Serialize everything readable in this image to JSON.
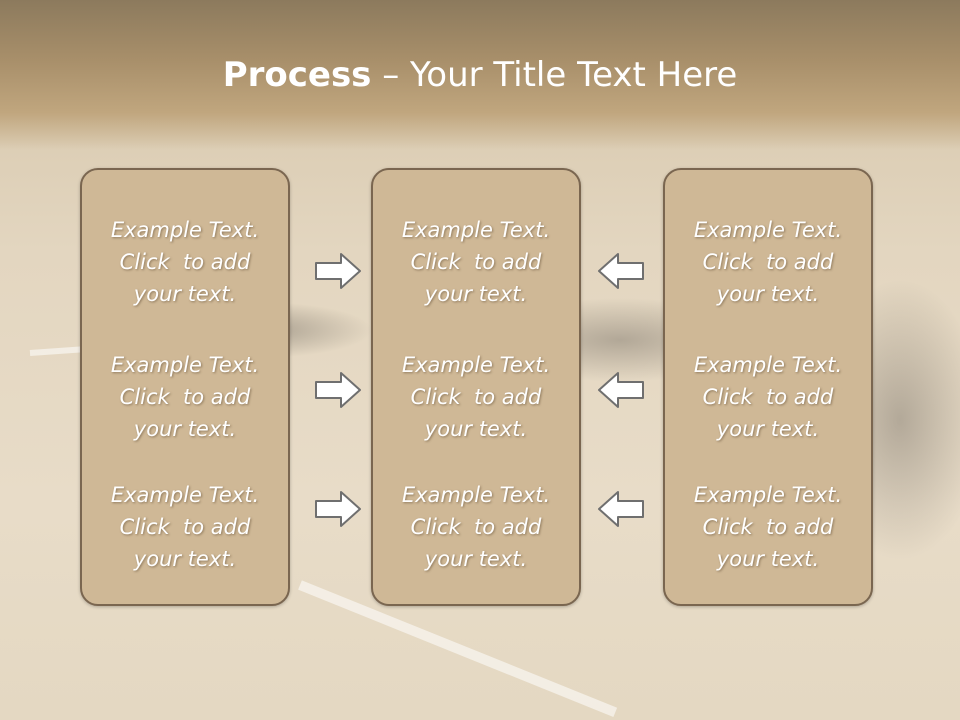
{
  "slide": {
    "title_bold": "Process",
    "title_rest": " – Your Title Text Here",
    "colors": {
      "header": "#a88f6a",
      "panel_fill": "#cfb896",
      "panel_border": "#7a6650",
      "arrow_fill": "#ffffff",
      "arrow_stroke": "#6f6f6f"
    },
    "arrows": {
      "left_column_icon": "arrow-right-icon",
      "right_column_icon": "arrow-left-icon"
    },
    "columns": [
      {
        "blocks": [
          {
            "line1": "Example Text.",
            "line2": "Click  to add",
            "line3": "your text."
          },
          {
            "line1": "Example Text.",
            "line2": "Click  to add",
            "line3": "your text."
          },
          {
            "line1": "Example Text.",
            "line2": "Click  to add",
            "line3": "your text."
          }
        ]
      },
      {
        "blocks": [
          {
            "line1": "Example Text.",
            "line2": "Click  to add",
            "line3": "your text."
          },
          {
            "line1": "Example Text.",
            "line2": "Click  to add",
            "line3": "your text."
          },
          {
            "line1": "Example Text.",
            "line2": "Click  to add",
            "line3": "your text."
          }
        ]
      },
      {
        "blocks": [
          {
            "line1": "Example Text.",
            "line2": "Click  to add",
            "line3": "your text."
          },
          {
            "line1": "Example Text.",
            "line2": "Click  to add",
            "line3": "your text."
          },
          {
            "line1": "Example Text.",
            "line2": "Click  to add",
            "line3": "your text."
          }
        ]
      }
    ]
  }
}
